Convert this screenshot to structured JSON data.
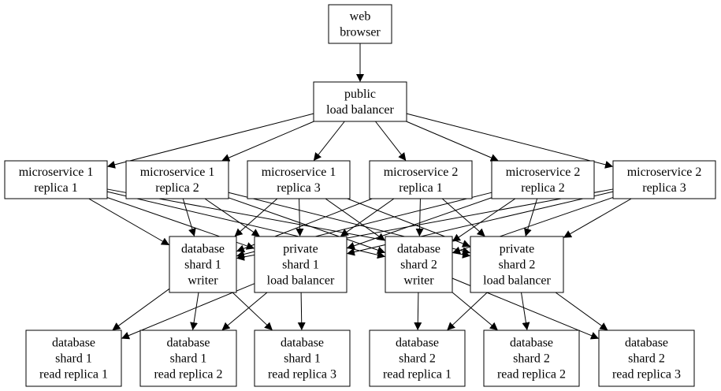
{
  "diagram": {
    "nodes": [
      {
        "id": "browser",
        "lines": [
          "web",
          "browser"
        ]
      },
      {
        "id": "public_lb",
        "lines": [
          "public",
          "load balancer"
        ]
      },
      {
        "id": "ms1r1",
        "lines": [
          "microservice 1",
          "replica 1"
        ]
      },
      {
        "id": "ms1r2",
        "lines": [
          "microservice 1",
          "replica 2"
        ]
      },
      {
        "id": "ms1r3",
        "lines": [
          "microservice 1",
          "replica 3"
        ]
      },
      {
        "id": "ms2r1",
        "lines": [
          "microservice 2",
          "replica 1"
        ]
      },
      {
        "id": "ms2r2",
        "lines": [
          "microservice 2",
          "replica 2"
        ]
      },
      {
        "id": "ms2r3",
        "lines": [
          "microservice 2",
          "replica 3"
        ]
      },
      {
        "id": "db1w",
        "lines": [
          "database",
          "shard 1",
          "writer"
        ]
      },
      {
        "id": "plb1",
        "lines": [
          "private",
          "shard 1",
          "load balancer"
        ]
      },
      {
        "id": "db2w",
        "lines": [
          "database",
          "shard 2",
          "writer"
        ]
      },
      {
        "id": "plb2",
        "lines": [
          "private",
          "shard 2",
          "load balancer"
        ]
      },
      {
        "id": "db1r1",
        "lines": [
          "database",
          "shard 1",
          "read replica 1"
        ]
      },
      {
        "id": "db1r2",
        "lines": [
          "database",
          "shard 1",
          "read replica 2"
        ]
      },
      {
        "id": "db1r3",
        "lines": [
          "database",
          "shard 1",
          "read replica 3"
        ]
      },
      {
        "id": "db2r1",
        "lines": [
          "database",
          "shard 2",
          "read replica 1"
        ]
      },
      {
        "id": "db2r2",
        "lines": [
          "database",
          "shard 2",
          "read replica 2"
        ]
      },
      {
        "id": "db2r3",
        "lines": [
          "database",
          "shard 2",
          "read replica 3"
        ]
      }
    ],
    "edges": [
      [
        "browser",
        "public_lb"
      ],
      [
        "public_lb",
        "ms1r1"
      ],
      [
        "public_lb",
        "ms1r2"
      ],
      [
        "public_lb",
        "ms1r3"
      ],
      [
        "public_lb",
        "ms2r1"
      ],
      [
        "public_lb",
        "ms2r2"
      ],
      [
        "public_lb",
        "ms2r3"
      ],
      [
        "ms1r1",
        "db1w"
      ],
      [
        "ms1r1",
        "plb1"
      ],
      [
        "ms1r1",
        "db2w"
      ],
      [
        "ms1r1",
        "plb2"
      ],
      [
        "ms1r2",
        "db1w"
      ],
      [
        "ms1r2",
        "plb1"
      ],
      [
        "ms1r2",
        "db2w"
      ],
      [
        "ms1r2",
        "plb2"
      ],
      [
        "ms1r3",
        "db1w"
      ],
      [
        "ms1r3",
        "plb1"
      ],
      [
        "ms1r3",
        "db2w"
      ],
      [
        "ms1r3",
        "plb2"
      ],
      [
        "ms2r1",
        "db1w"
      ],
      [
        "ms2r1",
        "plb1"
      ],
      [
        "ms2r1",
        "db2w"
      ],
      [
        "ms2r1",
        "plb2"
      ],
      [
        "ms2r2",
        "db1w"
      ],
      [
        "ms2r2",
        "plb1"
      ],
      [
        "ms2r2",
        "db2w"
      ],
      [
        "ms2r2",
        "plb2"
      ],
      [
        "ms2r3",
        "db1w"
      ],
      [
        "ms2r3",
        "plb1"
      ],
      [
        "ms2r3",
        "db2w"
      ],
      [
        "ms2r3",
        "plb2"
      ],
      [
        "db1w",
        "db1r1"
      ],
      [
        "db1w",
        "db1r2"
      ],
      [
        "db1w",
        "db1r3"
      ],
      [
        "plb1",
        "db1r1"
      ],
      [
        "plb1",
        "db1r2"
      ],
      [
        "plb1",
        "db1r3"
      ],
      [
        "db2w",
        "db2r1"
      ],
      [
        "db2w",
        "db2r2"
      ],
      [
        "db2w",
        "db2r3"
      ],
      [
        "plb2",
        "db2r1"
      ],
      [
        "plb2",
        "db2r2"
      ],
      [
        "plb2",
        "db2r3"
      ]
    ]
  }
}
